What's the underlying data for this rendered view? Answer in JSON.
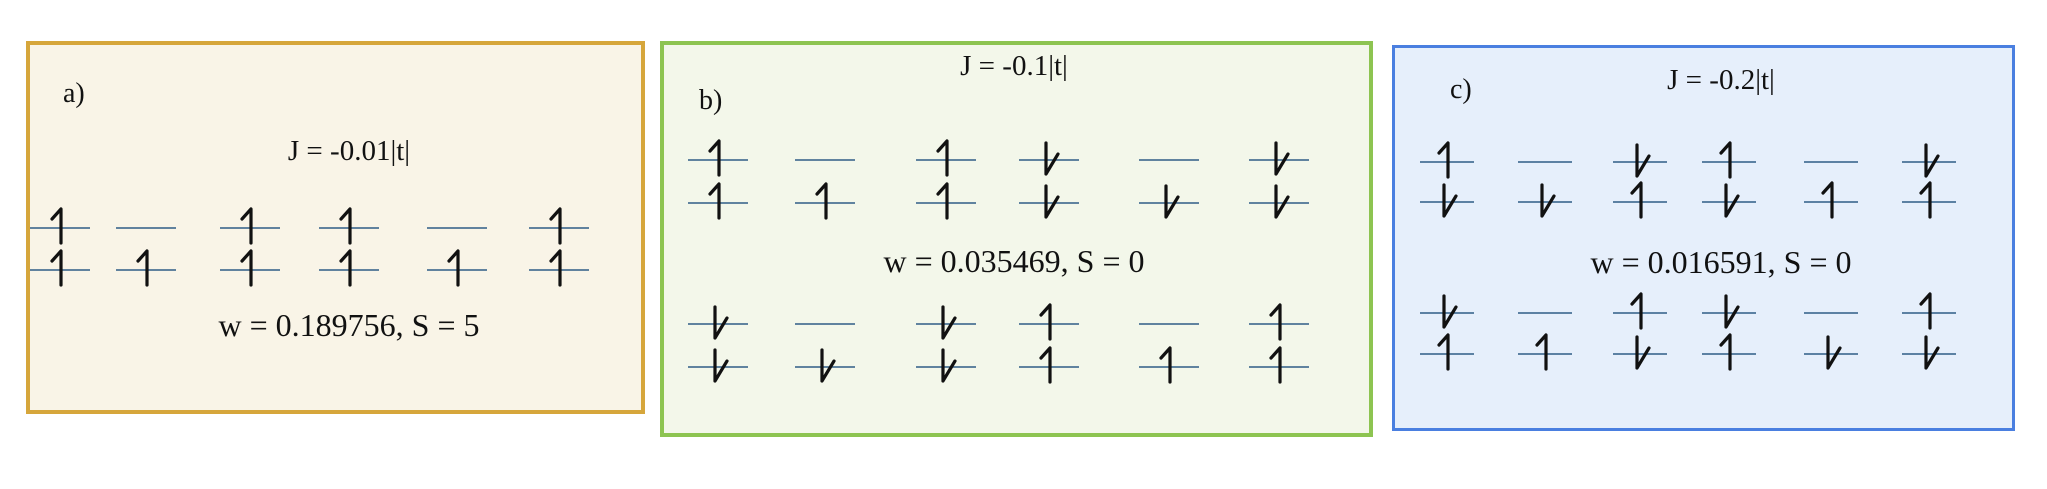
{
  "panels": [
    {
      "id": "a",
      "label": "a)",
      "j_label": "J = -0.01|t|",
      "w_label": "w = 0.189756,  S = 5",
      "border_color": "#d6a63b",
      "background_color": "#f9f4e7",
      "configurations": [
        {
          "sites": [
            {
              "upper": "up",
              "lower": "up"
            },
            {
              "upper": "empty",
              "lower": "up"
            },
            {
              "upper": "up",
              "lower": "up"
            },
            {
              "upper": "up",
              "lower": "up"
            },
            {
              "upper": "empty",
              "lower": "up"
            },
            {
              "upper": "up",
              "lower": "up"
            }
          ]
        }
      ]
    },
    {
      "id": "b",
      "label": "b)",
      "j_label": "J = -0.1|t|",
      "w_label": "w = 0.035469,  S = 0",
      "border_color": "#8dc451",
      "background_color": "#f3f7ea",
      "configurations": [
        {
          "sites": [
            {
              "upper": "up",
              "lower": "up"
            },
            {
              "upper": "empty",
              "lower": "up"
            },
            {
              "upper": "up",
              "lower": "up"
            },
            {
              "upper": "down",
              "lower": "down"
            },
            {
              "upper": "empty",
              "lower": "down"
            },
            {
              "upper": "down",
              "lower": "down"
            }
          ]
        },
        {
          "sites": [
            {
              "upper": "down",
              "lower": "down"
            },
            {
              "upper": "empty",
              "lower": "down"
            },
            {
              "upper": "down",
              "lower": "down"
            },
            {
              "upper": "up",
              "lower": "up"
            },
            {
              "upper": "empty",
              "lower": "up"
            },
            {
              "upper": "up",
              "lower": "up"
            }
          ]
        }
      ]
    },
    {
      "id": "c",
      "label": "c)",
      "j_label": "J = -0.2|t|",
      "w_label": "w = 0.016591,  S = 0",
      "border_color": "#4a7fe0",
      "background_color": "#e6effb",
      "configurations": [
        {
          "sites": [
            {
              "upper": "up",
              "lower": "down"
            },
            {
              "upper": "empty",
              "lower": "down"
            },
            {
              "upper": "down",
              "lower": "up"
            },
            {
              "upper": "up",
              "lower": "down"
            },
            {
              "upper": "empty",
              "lower": "up"
            },
            {
              "upper": "down",
              "lower": "up"
            }
          ]
        },
        {
          "sites": [
            {
              "upper": "down",
              "lower": "up"
            },
            {
              "upper": "empty",
              "lower": "up"
            },
            {
              "upper": "up",
              "lower": "down"
            },
            {
              "upper": "down",
              "lower": "up"
            },
            {
              "upper": "empty",
              "lower": "down"
            },
            {
              "upper": "up",
              "lower": "down"
            }
          ]
        }
      ]
    }
  ]
}
